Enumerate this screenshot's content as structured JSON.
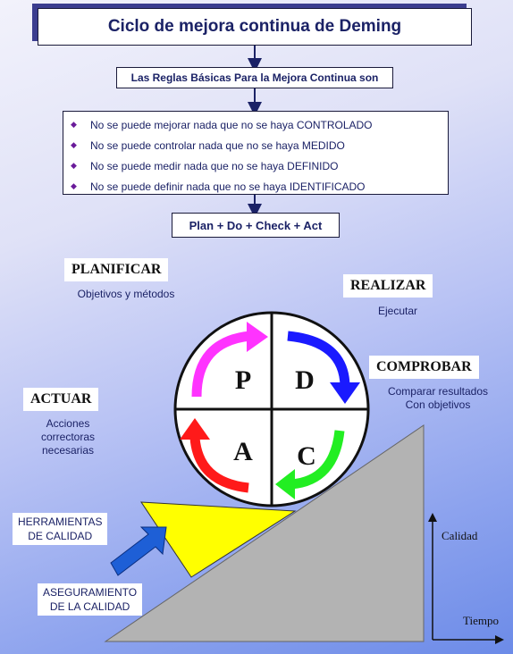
{
  "title": "Ciclo de mejora continua de Deming",
  "subtitle": "Las Reglas Básicas Para la Mejora Continua son",
  "rules": [
    "No se puede mejorar nada que no se haya CONTROLADO",
    "No se puede controlar nada que no se haya MEDIDO",
    "No se puede medir nada que no se haya DEFINIDO",
    "No se puede definir nada que no se haya IDENTIFICADO"
  ],
  "pdca": "Plan + Do + Check + Act",
  "stages": {
    "plan": {
      "label": "PLANIFICAR",
      "desc": "Objetivos y métodos",
      "letter": "P"
    },
    "do": {
      "label": "REALIZAR",
      "desc": "Ejecutar",
      "letter": "D"
    },
    "check": {
      "label": "COMPROBAR",
      "desc1": "Comparar resultados",
      "desc2": "Con objetivos",
      "letter": "C"
    },
    "act": {
      "label": "ACTUAR",
      "desc1": "Acciones",
      "desc2": "correctoras",
      "desc3": "necesarias",
      "letter": "A"
    }
  },
  "tools": {
    "line1": "HERRAMIENTAS",
    "line2": "DE CALIDAD"
  },
  "assurance": {
    "line1": "ASEGURAMIENTO",
    "line2": "DE LA CALIDAD"
  },
  "axes": {
    "y": "Calidad",
    "x": "Tiempo"
  },
  "colors": {
    "plan_arrow": "#ff33ff",
    "do_arrow": "#1a1aff",
    "check_arrow": "#22ee22",
    "act_arrow": "#ff1a1a",
    "wedge": "#ffff00",
    "ramp": "#b3b3b3",
    "push_arrow": "#1e5fd6"
  }
}
